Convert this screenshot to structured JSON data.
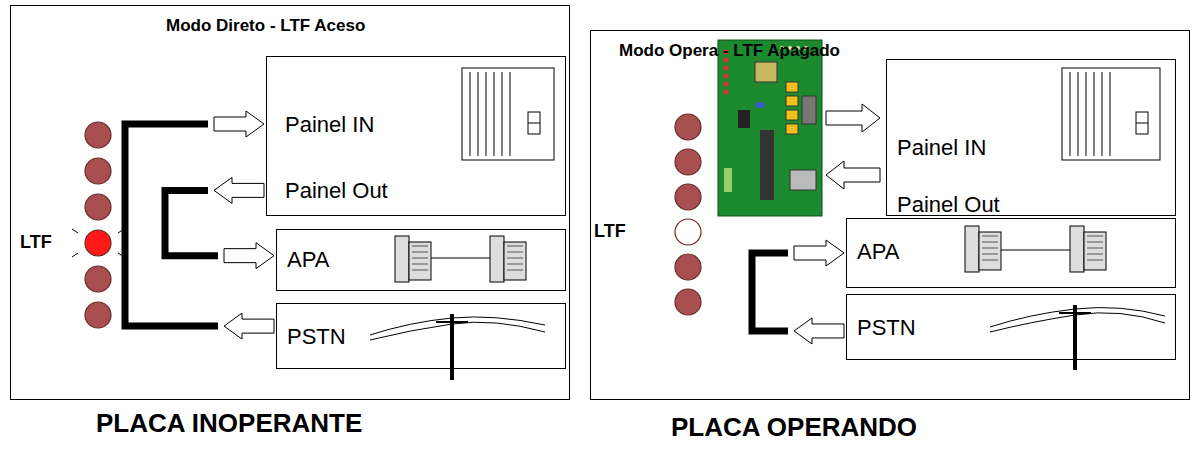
{
  "diagram": {
    "nodes": [
      {
        "text": [
          "Modo Direto - LTF Aceso",
          "PLACA INOPERANTE"
        ]
      },
      {
        "text": [
          "Painel IN",
          "Painel Out"
        ],
        "in": 0
      },
      {
        "text": [
          "APA"
        ],
        "in": 0
      },
      {
        "text": [
          "PSTN"
        ],
        "in": 0
      },
      {
        "text": [
          "Modo Opera - LTF Apagado",
          "PLACA OPERANDO"
        ]
      },
      {
        "text": [
          "Painel IN",
          "Painel Out"
        ],
        "in": 4
      },
      {
        "text": [
          "APA"
        ],
        "in": 4
      },
      {
        "text": [
          "PSTN"
        ],
        "in": 4
      }
    ],
    "edges": [
      {
        "from": 3,
        "to": 1,
        "arrow": "to"
      },
      {
        "from": 1,
        "to": 2,
        "arrow": "to"
      },
      {
        "from": 7,
        "to": 6,
        "arrow": "to"
      }
    ],
    "labels": [
      "LTF",
      "LTF"
    ]
  }
}
